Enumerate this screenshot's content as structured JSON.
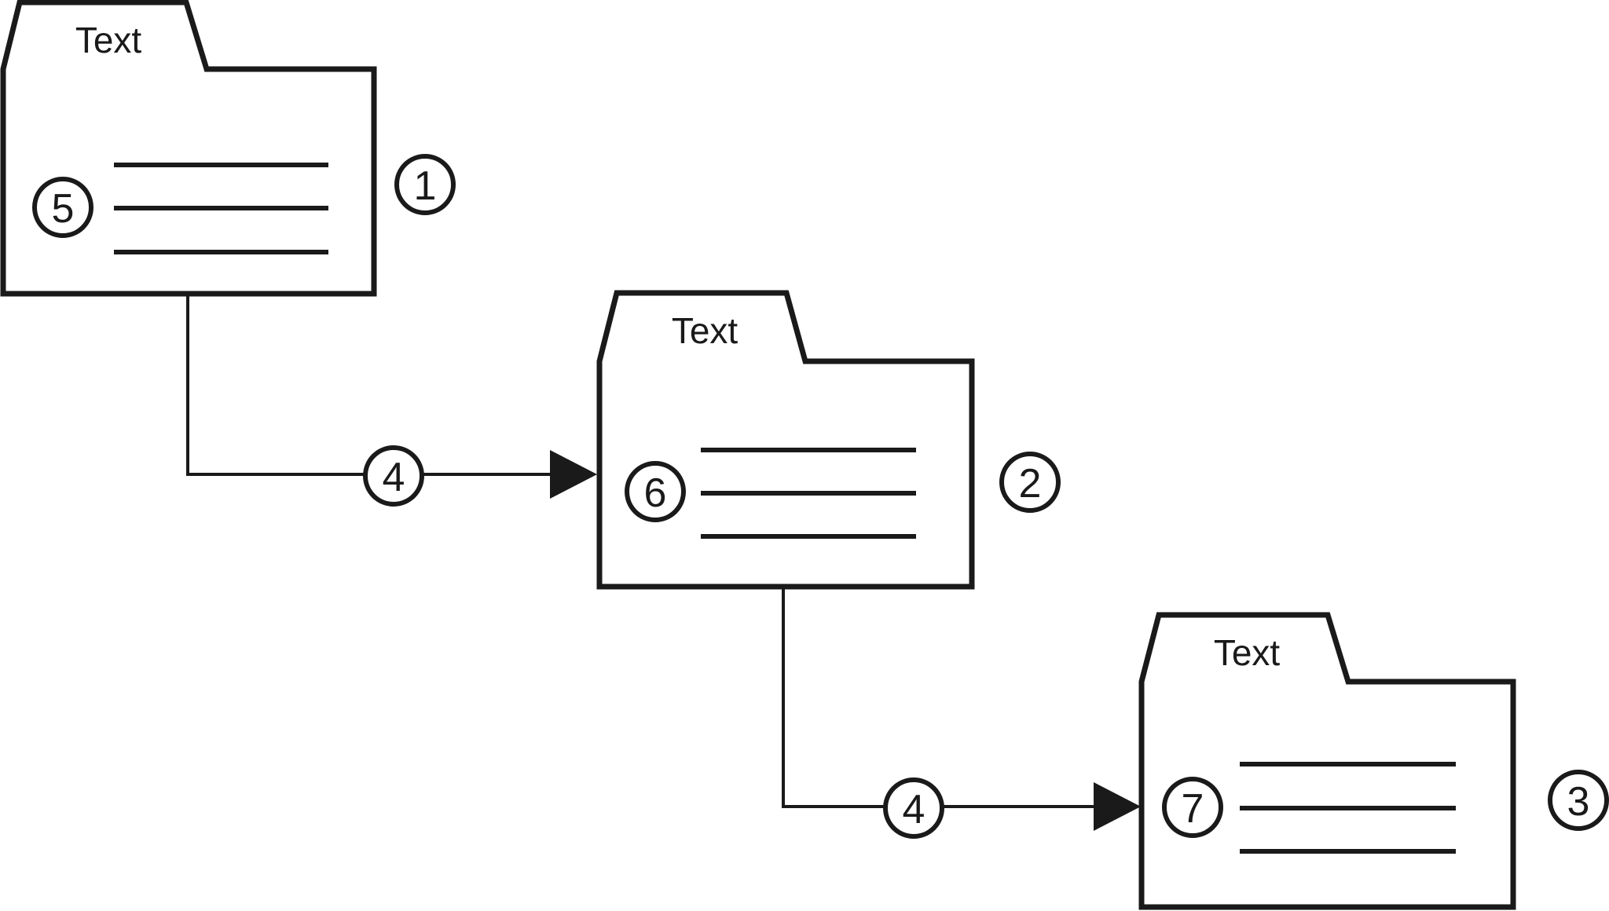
{
  "diagram": {
    "background_color": "#ffffff",
    "line_color": "#1a1a1a",
    "folders": [
      {
        "label": "Text",
        "number": "1",
        "content_number": "5"
      },
      {
        "label": "Text",
        "number": "2",
        "content_number": "6"
      },
      {
        "label": "Text",
        "number": "3",
        "content_number": "7"
      }
    ],
    "connectors": [
      {
        "from_folder": "1",
        "to_folder": "2",
        "number": "4"
      },
      {
        "from_folder": "2",
        "to_folder": "3",
        "number": "4"
      }
    ]
  }
}
